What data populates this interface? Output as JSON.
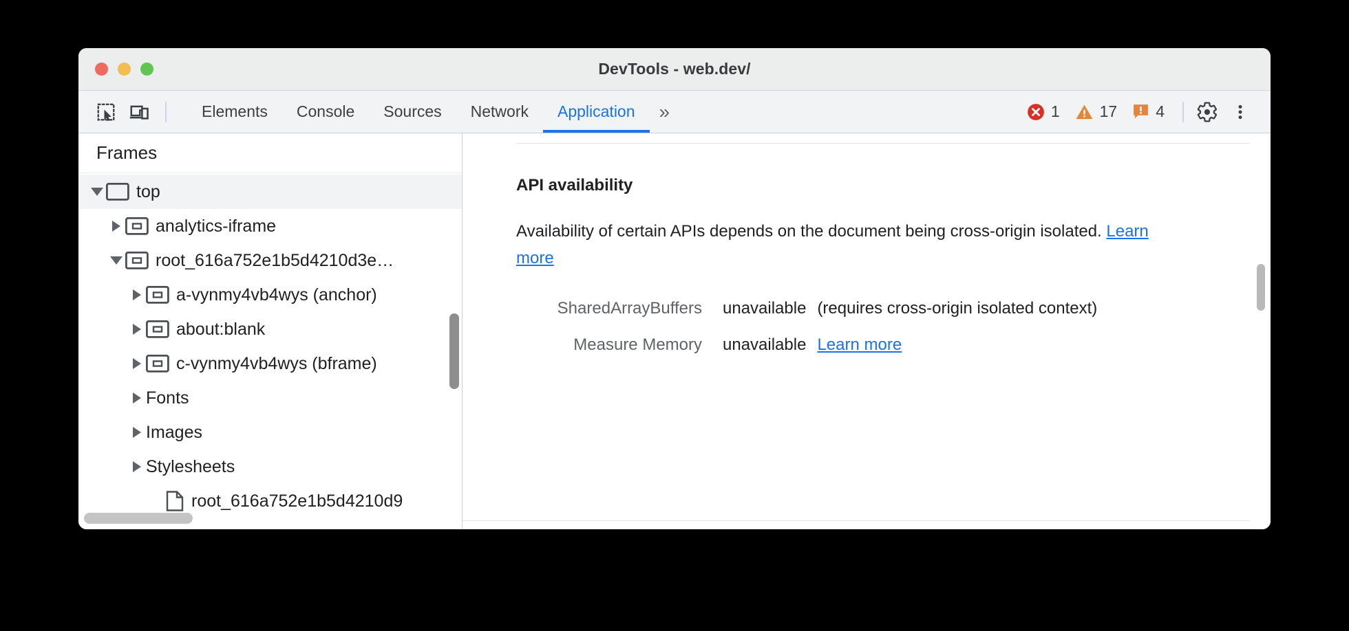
{
  "window": {
    "title": "DevTools - web.dev/",
    "controls": [
      {
        "name": "close",
        "color": "#ec6a5f"
      },
      {
        "name": "minimize",
        "color": "#f3be4f"
      },
      {
        "name": "maximize",
        "color": "#61c554"
      }
    ]
  },
  "toolbar": {
    "inspect_icon": "inspect-element-icon",
    "device_icon": "device-toolbar-icon",
    "tabs": [
      {
        "label": "Elements",
        "active": false
      },
      {
        "label": "Console",
        "active": false
      },
      {
        "label": "Sources",
        "active": false
      },
      {
        "label": "Network",
        "active": false
      },
      {
        "label": "Application",
        "active": true
      }
    ],
    "overflow_label": "»",
    "counters": [
      {
        "name": "errors",
        "icon": "error-icon",
        "count": "1",
        "color": "#d93025"
      },
      {
        "name": "warnings",
        "icon": "warning-icon",
        "count": "17",
        "color": "#e8833a"
      },
      {
        "name": "issues",
        "icon": "issue-icon",
        "count": "4",
        "color": "#e8833a"
      }
    ],
    "settings_icon": "gear-icon",
    "more_icon": "kebab-menu-icon",
    "accent_color": "#1a73e8"
  },
  "left_panel": {
    "header": "Frames",
    "tree": [
      {
        "label": "top",
        "indent": 0,
        "expander": "open",
        "icon": "frame-icon",
        "selected": true
      },
      {
        "label": "analytics-iframe",
        "indent": 1,
        "expander": "closed",
        "icon": "iframe-icon",
        "selected": false
      },
      {
        "label": "root_616a752e1b5d4210d3e…",
        "indent": 1,
        "expander": "open",
        "icon": "iframe-icon",
        "selected": false
      },
      {
        "label": "a-vynmy4vb4wys (anchor)",
        "indent": 2,
        "expander": "closed",
        "icon": "iframe-icon",
        "selected": false
      },
      {
        "label": "about:blank",
        "indent": 2,
        "expander": "closed",
        "icon": "iframe-icon",
        "selected": false
      },
      {
        "label": "c-vynmy4vb4wys (bframe)",
        "indent": 2,
        "expander": "closed",
        "icon": "iframe-icon",
        "selected": false
      },
      {
        "label": "Fonts",
        "indent": 2,
        "expander": "closed",
        "icon": "none",
        "selected": false
      },
      {
        "label": "Images",
        "indent": 2,
        "expander": "closed",
        "icon": "none",
        "selected": false
      },
      {
        "label": "Stylesheets",
        "indent": 2,
        "expander": "closed",
        "icon": "none",
        "selected": false
      },
      {
        "label": "root_616a752e1b5d4210d9",
        "indent": 3,
        "expander": "none",
        "icon": "document-icon",
        "selected": false
      }
    ]
  },
  "right_panel": {
    "section_title": "API availability",
    "paragraph_prefix": "Availability of certain APIs depends on the document being cross-origin isolated. ",
    "paragraph_link": "Learn more",
    "rows": [
      {
        "key": "SharedArrayBuffers",
        "value": "unavailable",
        "note": "(requires cross-origin isolated context)",
        "link": ""
      },
      {
        "key": "Measure Memory",
        "value": "unavailable",
        "note": "",
        "link": "Learn more"
      }
    ]
  }
}
